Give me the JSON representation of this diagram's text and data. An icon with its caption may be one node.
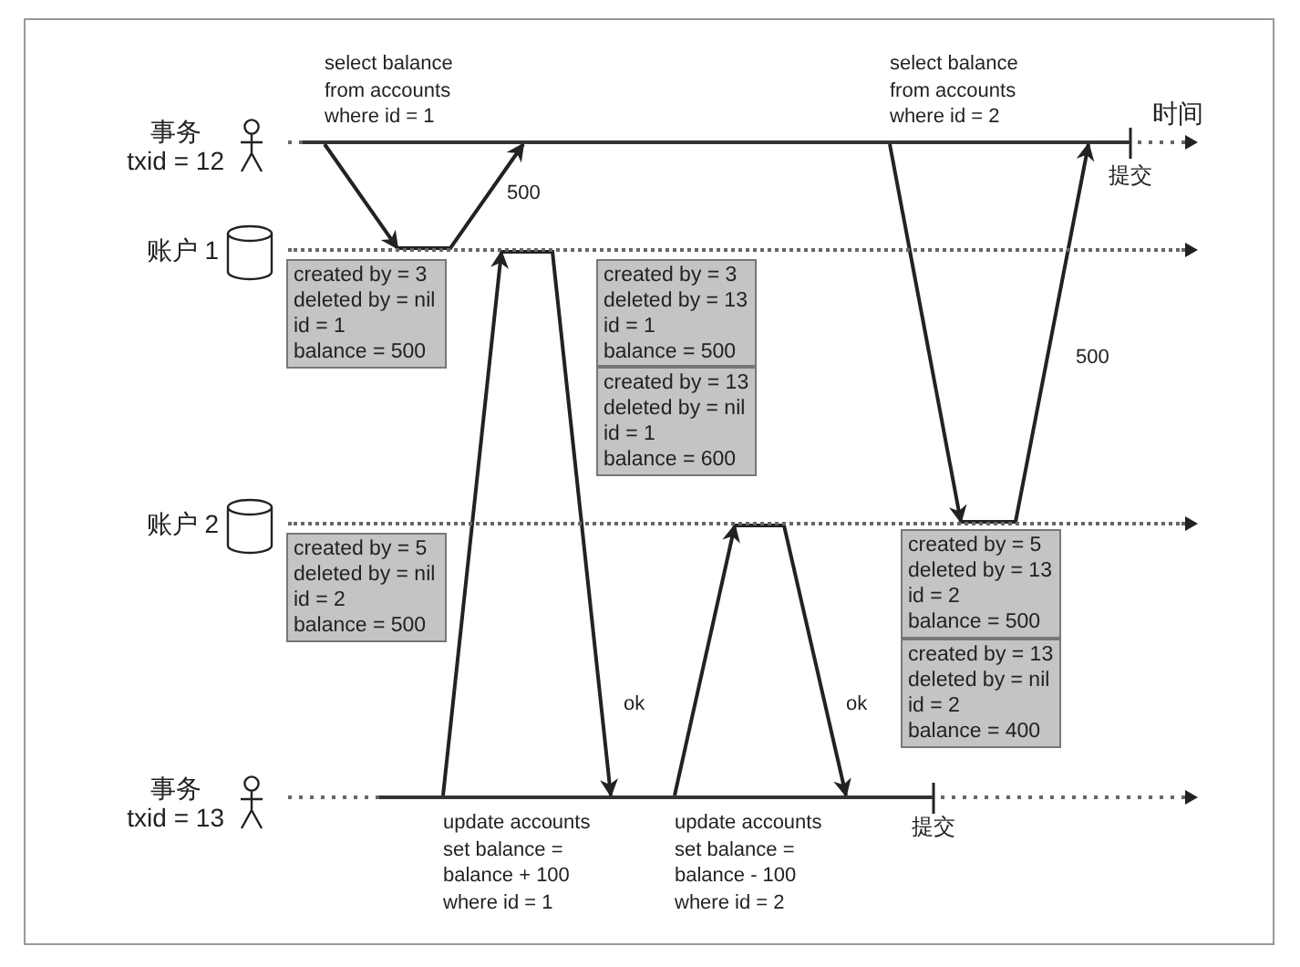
{
  "diagram": {
    "nodes": [
      {
        "text": [
          "事务",
          "txid = 12"
        ]
      },
      {
        "text": [],
        "shape": "line",
        "beside": [
          "提交"
        ]
      },
      {
        "text": [
          "账户 1"
        ]
      },
      {
        "text": [],
        "shape": "line"
      },
      {
        "text": [
          "created by = 3",
          "deleted by = nil",
          "id = 1",
          "balance = 500"
        ]
      },
      {
        "text": [
          "created by = 3",
          "deleted by = 13",
          "id = 1",
          "balance = 500"
        ]
      },
      {
        "text": [
          "created by = 13",
          "deleted by = nil",
          "id = 1",
          "balance = 600"
        ]
      },
      {
        "text": [
          "账户 2"
        ]
      },
      {
        "text": [],
        "shape": "line"
      },
      {
        "text": [
          "created by = 5",
          "deleted by = nil",
          "id = 2",
          "balance = 500"
        ]
      },
      {
        "text": [
          "created by = 5",
          "deleted by = 13",
          "id = 2",
          "balance = 500"
        ]
      },
      {
        "text": [
          "created by = 13",
          "deleted by = nil",
          "id = 2",
          "balance = 400"
        ]
      },
      {
        "text": [
          "事务",
          "txid = 13"
        ]
      },
      {
        "text": [],
        "shape": "line",
        "beside": [
          "提交"
        ]
      }
    ],
    "edges": [
      {
        "from": 1,
        "to": 3,
        "arrow": "to"
      },
      {
        "from": 3,
        "to": 1,
        "arrow": "to",
        "label": "500"
      },
      {
        "from": 13,
        "to": 3,
        "arrow": "to"
      },
      {
        "from": 3,
        "to": 13,
        "arrow": "to",
        "label": "ok"
      },
      {
        "from": 13,
        "to": 8,
        "arrow": "to"
      },
      {
        "from": 8,
        "to": 13,
        "arrow": "to",
        "label": "ok"
      },
      {
        "from": 1,
        "to": 8,
        "arrow": "to"
      },
      {
        "from": 8,
        "to": 1,
        "arrow": "to",
        "label": "500"
      }
    ],
    "labels": [
      "select balance from accounts where id = 1",
      "select balance from accounts where id = 2",
      "时间",
      "update accounts set balance = balance + 100 where id = 1",
      "update accounts set balance = balance - 100 where id = 2"
    ]
  }
}
